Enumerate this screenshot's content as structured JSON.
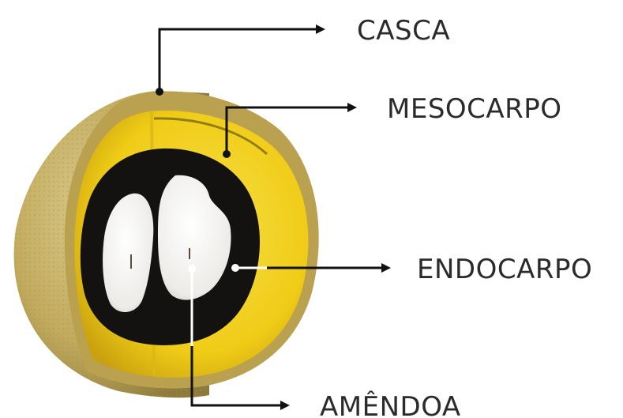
{
  "diagram": {
    "labels": {
      "casca": "CASCA",
      "mesocarpo": "MESOCARPO",
      "endocarpo": "ENDOCARPO",
      "amendoa": "AMÊNDOA"
    }
  },
  "colors": {
    "text": "#2b2b2b",
    "leader_line": "#111111",
    "leader_line_on_dark": "#ffffff",
    "peel": "#c9b56a",
    "mesocarp": "#f2d21c",
    "endocarp": "#141211",
    "kernel": "#f1f1ef"
  }
}
